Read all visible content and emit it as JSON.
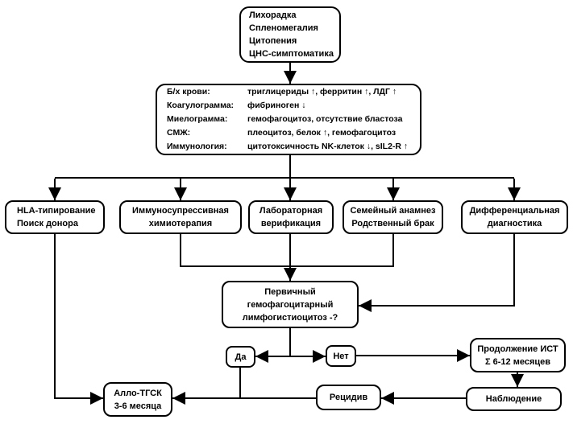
{
  "colors": {
    "line": "#000000",
    "background": "#ffffff",
    "text": "#000000"
  },
  "flowchart": {
    "symptoms": {
      "lines": [
        "Лихорадка",
        "Спленомегалия",
        "Цитопения",
        "ЦНС-симптоматика"
      ]
    },
    "labs": {
      "rows": [
        {
          "label": "Б/х крови:",
          "value": "триглицериды ↑, ферритин ↑, ЛДГ ↑"
        },
        {
          "label": "Коагулограмма:",
          "value": "фибриноген ↓"
        },
        {
          "label": "Миелограмма:",
          "value": "гемофагоцитоз, отсутствие бластоза"
        },
        {
          "label": "СМЖ:",
          "value": "плеоцитоз, белок ↑, гемофагоцитоз"
        },
        {
          "label": "Иммунология:",
          "value": "цитотоксичность NK-клеток ↓, sIL2-R ↑"
        }
      ]
    },
    "branches": [
      {
        "lines": [
          "HLA-типирование",
          "Поиск донора"
        ]
      },
      {
        "lines": [
          "Иммуносупрессивная",
          "химиотерапия"
        ]
      },
      {
        "lines": [
          "Лабораторная",
          "верификация"
        ]
      },
      {
        "lines": [
          "Семейный анамнез",
          "Родственный брак"
        ]
      },
      {
        "lines": [
          "Дифференциальная",
          "диагностика"
        ]
      }
    ],
    "primary_question": {
      "lines": [
        "Первичный",
        "гемофагоцитарный",
        "лимфогистиоцитоз -?"
      ]
    },
    "yes_label": "Да",
    "no_label": "Нет",
    "ist": {
      "lines": [
        "Продолжение ИСТ",
        "Σ 6-12 месяцев"
      ]
    },
    "observation_label": "Наблюдение",
    "relapse_label": "Рецидив",
    "allo": {
      "lines": [
        "Алло-ТГСК",
        "3-6 месяца"
      ]
    }
  }
}
